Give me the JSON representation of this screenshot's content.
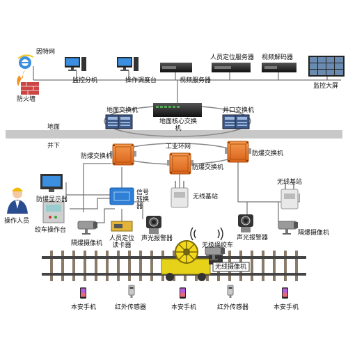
{
  "labels": {
    "internet": "因特网",
    "firewall": "防火墙",
    "monitor_pc": "监控分机",
    "dispatch": "操作调度台",
    "video_server": "视频服务器",
    "locate_server": "人员定位服务器",
    "video_decoder": "视频解码器",
    "big_screen": "监控大屏",
    "ground_switch": "地面交换机",
    "core_switch": "地面核心交换机",
    "shaft_switch": "井口交换机",
    "ground": "地面",
    "underground": "井下",
    "ring_net": "工业环网",
    "ex_switch_left": "防爆交换机",
    "ex_switch_mid": "防爆交换机",
    "ex_switch_right": "防爆交换机",
    "wireless_base_mid": "无线基站",
    "wireless_base_right": "无线基站",
    "signal_converter": "信号转换器",
    "ex_display": "防爆显示器",
    "operator": "操作人员",
    "winch_console": "绞车操作台",
    "ex_camera_left": "隔爆摄像机",
    "locate_reader": "人员定位读卡器",
    "alarm_left": "声光报警器",
    "alarm_right": "声光报警器",
    "ex_camera_right": "隔爆摄像机",
    "winch_car": "无极绳绞车",
    "wireless_camera": "无线摄像机",
    "phone_1": "本安手机",
    "ir_sensor_1": "红外传感器",
    "phone_2": "本安手机",
    "ir_sensor_2": "红外传感器",
    "phone_3": "本安手机"
  },
  "colors": {
    "explosion_proof": "#ec7a2a",
    "converter": "#2f7fd6",
    "floor_band": "#c8c8c8",
    "line": "#555555"
  },
  "icons": [
    "ie-icon",
    "firewall-icon",
    "pc-icon",
    "server-icon",
    "switch-icon",
    "camera-icon",
    "phone-icon",
    "sensor-icon",
    "operator-icon",
    "rail-track"
  ]
}
